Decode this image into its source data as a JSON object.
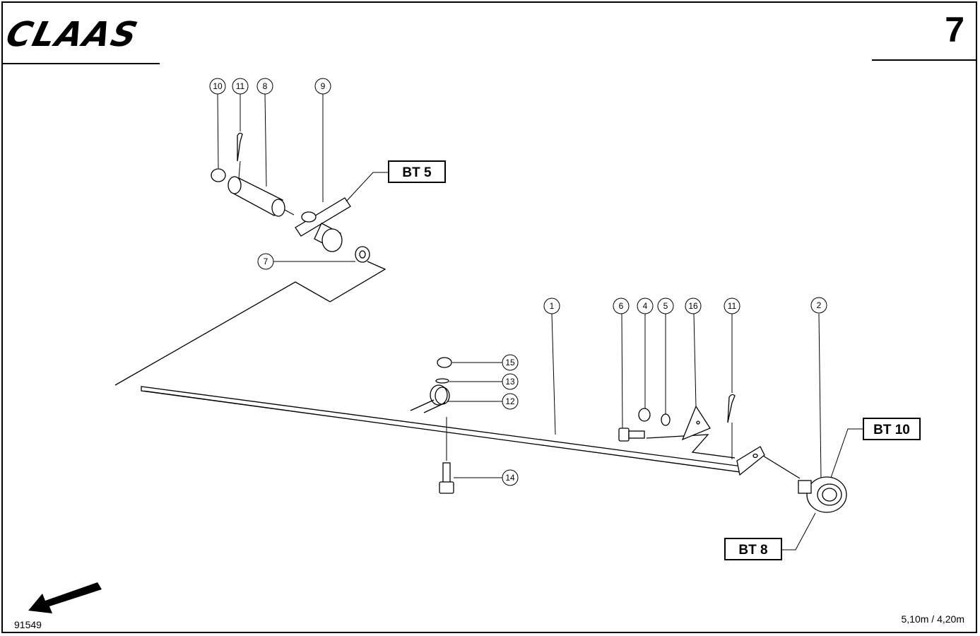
{
  "header": {
    "brand": "CLAAS",
    "page_number": "7"
  },
  "footer": {
    "drawing_number": "91549",
    "model_variants": "5,10m / 4,20m"
  },
  "callouts": {
    "c1": "1",
    "c2": "2",
    "c4": "4",
    "c5": "5",
    "c6": "6",
    "c7": "7",
    "c8": "8",
    "c9": "9",
    "c10": "10",
    "c11a": "11",
    "c11b": "11",
    "c12": "12",
    "c13": "13",
    "c14": "14",
    "c15": "15",
    "c16": "16"
  },
  "references": {
    "bt5": "BT 5",
    "bt8": "BT 8",
    "bt10": "BT 10"
  }
}
